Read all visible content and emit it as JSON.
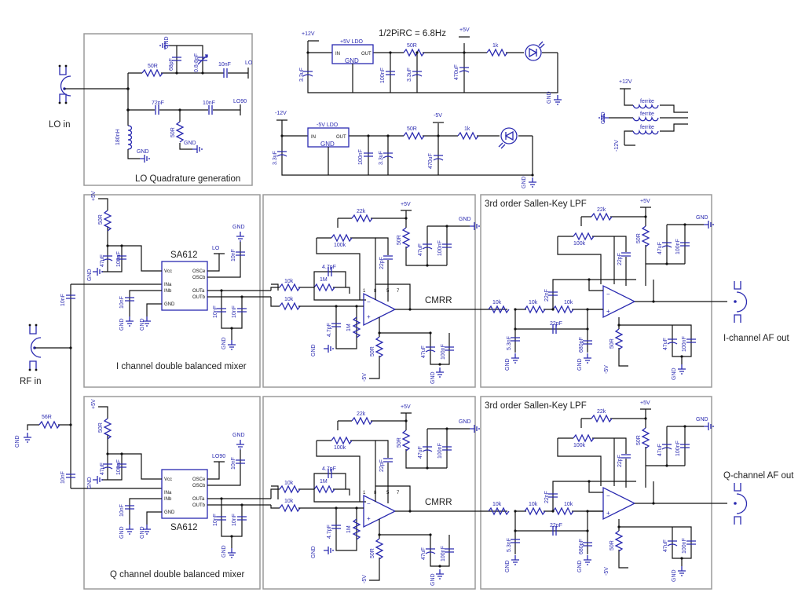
{
  "title": "Direct conversion I/Q receiver schematic",
  "lo_section": {
    "title": "LO Quadrature generation",
    "connector": "LO in",
    "r_series": "50R",
    "c_shunt": "68pF",
    "c_trim": "0.8-8pF",
    "c_out_lo": "10nF",
    "net_lo": "LO",
    "c_72": "72pF",
    "c_out_lo90": "10nF",
    "net_lo90": "LO90",
    "r_shunt": "50R",
    "inductor": "180nH",
    "gnd": "GND"
  },
  "psu_pos": {
    "formula": "1/2PiRC = 6.8Hz",
    "rail_in": "+12V",
    "ldo": "+5V LDO",
    "ldo_in": "IN",
    "ldo_out": "OUT",
    "ldo_gnd": "GND",
    "c_in": "3.3uF",
    "c1": "100nF",
    "c2": "3.3uF",
    "r": "50R",
    "rail_out": "+5V",
    "c_bulk": "470uF",
    "r_led": "1k",
    "gnd": "GND"
  },
  "psu_neg": {
    "rail_in": "-12V",
    "ldo": "-5V LDO",
    "ldo_in": "IN",
    "ldo_out": "OUT",
    "ldo_gnd": "GND",
    "c_in": "3.3uF",
    "c1": "100nF",
    "c2": "3.3uF",
    "r": "50R",
    "rail_out": "-5V",
    "c_bulk": "470uF",
    "r_led": "1k",
    "gnd": "GND"
  },
  "ferrite": {
    "pos": "+12V",
    "gnd": "GND",
    "neg": "-12V",
    "label": "ferrite"
  },
  "rf": {
    "connector": "RF in",
    "r_term": "56R",
    "c_i": "10nF",
    "c_q": "10nF",
    "gnd": "GND"
  },
  "mixer_i": {
    "title": "I channel double balanced mixer",
    "chip": "SA612",
    "pins": {
      "vcc": "Vcc",
      "ina": "INa",
      "inb": "INb",
      "gnd": "GND",
      "osce": "OSCe",
      "oscb": "OSCb",
      "outa": "OUTa",
      "outb": "OUTb"
    },
    "supply": "+5V",
    "r_supply": "50R",
    "c_bulk": "47uF",
    "c_dec": "100nF",
    "c_inb": "10nF",
    "c_osc": "10nF",
    "net_lo": "LO",
    "c_out_a": "10nF",
    "c_out_b": "10nF",
    "gnd": "GND"
  },
  "mixer_q": {
    "title": "Q channel double balanced mixer",
    "chip": "SA612",
    "pins": {
      "vcc": "Vcc",
      "ina": "INa",
      "inb": "INb",
      "gnd": "GND",
      "osce": "OSCe",
      "oscb": "OSCb",
      "outa": "OUTa",
      "outb": "OUTb"
    },
    "supply": "+5V",
    "r_supply": "50R",
    "c_bulk": "47uF",
    "c_dec": "100nF",
    "c_inb": "10nF",
    "c_osc": "10nF",
    "net_lo": "LO90",
    "c_out_a": "10nF",
    "c_out_b": "10nF",
    "gnd": "GND"
  },
  "diffamp_i": {
    "title": "CMRR",
    "r_in1": "10k",
    "r_in2": "10k",
    "r_fb": "1M",
    "c_fb": "4.7pF",
    "r_gnd": "1M",
    "c_gnd": "4.7pF",
    "r_trim": "22k",
    "pot": "100k",
    "c_comp": "22pF",
    "pos": "+5V",
    "neg": "-5V",
    "r_pos": "50R",
    "r_neg": "50R",
    "c_pos_bulk": "47uF",
    "c_pos_dec": "100nF",
    "c_neg_bulk": "47uF",
    "c_neg_dec": "100nF",
    "gnd": "GND",
    "pin_nums": [
      "1",
      "8",
      "5",
      "7"
    ]
  },
  "diffamp_q": {
    "title": "CMRR",
    "r_in1": "10k",
    "r_in2": "10k",
    "r_fb": "1M",
    "c_fb": "4.7pF",
    "r_gnd": "1M",
    "c_gnd": "4.7pF",
    "r_trim": "22k",
    "pot": "100k",
    "c_comp": "22pF",
    "pos": "+5V",
    "neg": "-5V",
    "r_pos": "50R",
    "r_neg": "50R",
    "c_pos_bulk": "47uF",
    "c_pos_dec": "100nF",
    "c_neg_bulk": "47uF",
    "c_neg_dec": "100nF",
    "gnd": "GND",
    "pin_nums": [
      "1",
      "8",
      "5",
      "7"
    ]
  },
  "lpf_i": {
    "title": "3rd order Sallen-Key LPF",
    "r1": "10k",
    "r2": "10k",
    "r3": "10k",
    "c_fb": "22nF",
    "c_bridge": "22pF",
    "c1": "5.3nF",
    "c2": "680pF",
    "r_trim": "22k",
    "pot": "100k",
    "c_comp": "22pF",
    "pos": "+5V",
    "neg": "-5V",
    "r_pos": "50R",
    "r_neg": "50R",
    "c_pos_bulk": "47uF",
    "c_pos_dec": "100nF",
    "c_neg_bulk": "47uF",
    "c_neg_dec": "100nF",
    "gnd": "GND",
    "out": "I-channel AF out"
  },
  "lpf_q": {
    "title": "3rd order Sallen-Key LPF",
    "r1": "10k",
    "r2": "10k",
    "r3": "10k",
    "c_fb": "22nF",
    "c_bridge": "22pF",
    "c1": "5.3nF",
    "c2": "680pF",
    "r_trim": "22k",
    "pot": "100k",
    "c_comp": "22pF",
    "pos": "+5V",
    "neg": "-5V",
    "r_pos": "50R",
    "r_neg": "50R",
    "c_pos_bulk": "47uF",
    "c_pos_dec": "100nF",
    "c_neg_bulk": "47uF",
    "c_neg_dec": "100nF",
    "gnd": "GND",
    "out": "Q-channel AF out"
  }
}
